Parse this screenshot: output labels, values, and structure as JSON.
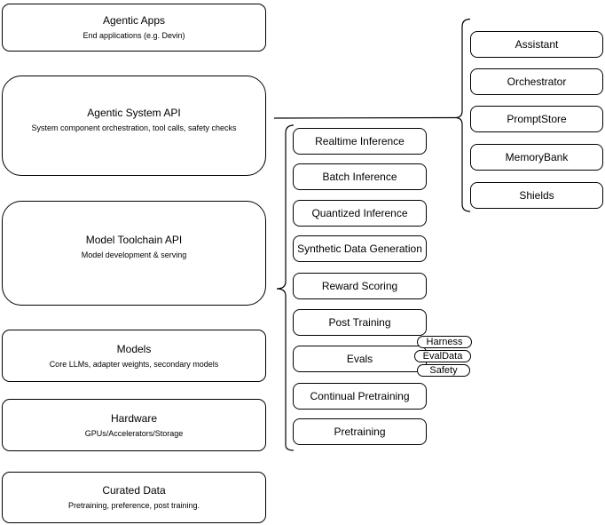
{
  "stack": [
    {
      "title": "Agentic Apps",
      "subtitle": "End applications (e.g. Devin)"
    },
    {
      "title": "Agentic System API",
      "subtitle": "System component orchestration, tool calls, safety checks"
    },
    {
      "title": "Model Toolchain API",
      "subtitle": "Model development & serving"
    },
    {
      "title": "Models",
      "subtitle": "Core LLMs, adapter weights, secondary models"
    },
    {
      "title": "Hardware",
      "subtitle": "GPUs/Accelerators/Storage"
    },
    {
      "title": "Curated Data",
      "subtitle": "Pretraining, preference, post training."
    }
  ],
  "toolchain_services": [
    "Realtime Inference",
    "Batch Inference",
    "Quantized Inference",
    "Synthetic Data Generation",
    "Reward Scoring",
    "Post Training",
    "Evals",
    "Continual Pretraining",
    "Pretraining"
  ],
  "eval_tags": [
    "Harness",
    "EvalData",
    "Safety"
  ],
  "system_components": [
    "Assistant",
    "Orchestrator",
    "PromptStore",
    "MemoryBank",
    "Shields"
  ],
  "colors": {
    "stroke": "#000000",
    "fill": "#ffffff"
  }
}
